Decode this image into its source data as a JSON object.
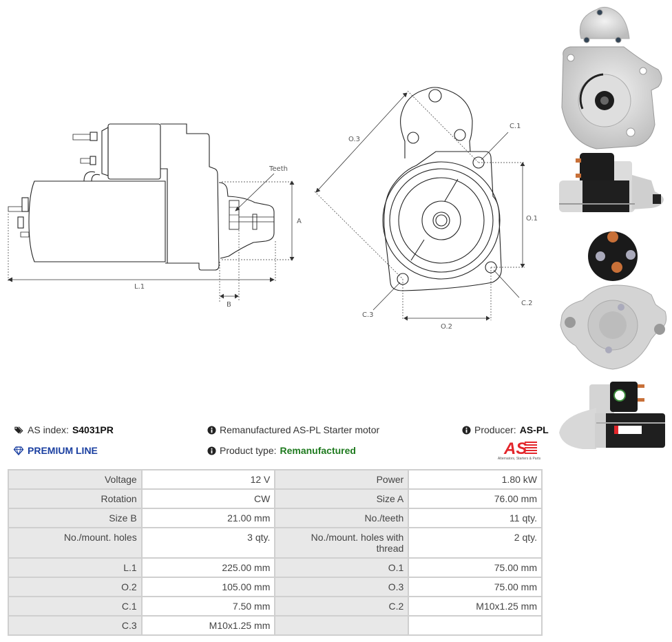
{
  "drawings": {
    "side_view": {
      "labels": {
        "teeth": "Teeth",
        "a": "A",
        "l1": "L.1",
        "b": "B"
      }
    },
    "front_view": {
      "labels": {
        "o3": "O.3",
        "c1": "C.1",
        "o1": "O.1",
        "c2": "C.2",
        "c3": "C.3",
        "o2": "O.2"
      }
    }
  },
  "photos": [
    {
      "name": "front-flange-photo",
      "description": "Starter motor front flange view"
    },
    {
      "name": "side-photo-1",
      "description": "Starter motor side view with solenoid"
    },
    {
      "name": "rear-photo",
      "description": "Starter motor rear view with solenoid terminals"
    },
    {
      "name": "side-photo-2",
      "description": "Starter motor side view, opposite side"
    }
  ],
  "info": {
    "as_index_label": "AS index:",
    "as_index_value": "S4031PR",
    "premium_line": "PREMIUM LINE",
    "description": "Remanufactured AS-PL Starter motor",
    "product_type_label": "Product type:",
    "product_type_value": "Remanufactured",
    "producer_label": "Producer:",
    "producer_value": "AS-PL",
    "logo_text": "AS",
    "logo_tagline": "Alternators, Starters & Parts"
  },
  "colors": {
    "premium_blue": "#1a3fa0",
    "product_type_green": "#1e7a1e",
    "logo_red": "#e3262b",
    "table_label_bg": "#e8e8e8",
    "table_border": "#cfcfcf"
  },
  "specs": [
    [
      {
        "label": "Voltage",
        "value": "12 V"
      },
      {
        "label": "Power",
        "value": "1.80 kW"
      }
    ],
    [
      {
        "label": "Rotation",
        "value": "CW"
      },
      {
        "label": "Size A",
        "value": "76.00 mm"
      }
    ],
    [
      {
        "label": "Size B",
        "value": "21.00 mm"
      },
      {
        "label": "No./teeth",
        "value": "11 qty."
      }
    ],
    [
      {
        "label": "No./mount. holes",
        "value": "3 qty."
      },
      {
        "label": "No./mount. holes with thread",
        "value": "2 qty."
      }
    ],
    [
      {
        "label": "L.1",
        "value": "225.00 mm"
      },
      {
        "label": "O.1",
        "value": "75.00 mm"
      }
    ],
    [
      {
        "label": "O.2",
        "value": "105.00 mm"
      },
      {
        "label": "O.3",
        "value": "75.00 mm"
      }
    ],
    [
      {
        "label": "C.1",
        "value": "7.50 mm"
      },
      {
        "label": "C.2",
        "value": "M10x1.25 mm"
      }
    ],
    [
      {
        "label": "C.3",
        "value": "M10x1.25 mm"
      },
      {
        "label": "",
        "value": ""
      }
    ]
  ]
}
